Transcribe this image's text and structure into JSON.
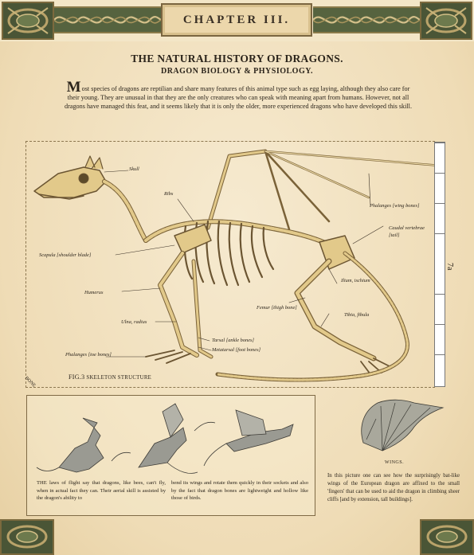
{
  "header": {
    "chapter": "CHAPTER III."
  },
  "title": "THE NATURAL HISTORY OF DRAGONS.",
  "subtitle": "DRAGON BIOLOGY & PHYSIOLOGY.",
  "intro": {
    "drop_cap": "M",
    "text": "ost species of dragons are reptilian and share many features of this animal type such as egg laying, although they also care for their young. They are unusual in that they are the only creatures who can speak with meaning apart from humans. However, not all dragons have managed this feat, and it seems likely that it is only the older, more experienced dragons who have developed this skill."
  },
  "skeleton": {
    "labels": {
      "skull": "Skull",
      "ribs": "Ribs",
      "phalanges_wing": "Phalanges [wing bones]",
      "caudal": "Caudal vertebrae",
      "caudal_sub": "[tail]",
      "scapula": "Scapula [shoulder blade]",
      "humerus": "Humerus",
      "ilium": "Ilium, ischium",
      "femur": "Femur [thigh bone]",
      "tibia": "Tibia, fibula",
      "ulna": "Ulna, radius",
      "tarsal": "Tarsal [ankle bones]",
      "metatarsal": "Metatarsal [foot bones]",
      "phalanges_toe": "Phalanges [toe bones]"
    },
    "fig_number": "FIG.3",
    "fig_caption": "SKELETON STRUCTURE",
    "bone_tag": "BONE",
    "ruler_label": "7a"
  },
  "flight": {
    "col1": "THE laws of flight say that dragons, like bees, can't fly, when in actual fact they can. Their aerial skill is assisted by the dragon's ability to",
    "col2": "bend its wings and rotate them quickly in their sockets and also by the fact that dragon bones are lightweight and hollow like those of birds."
  },
  "wing": {
    "caption": "WINGS.",
    "text": "In this picture one can see how the surprisingly bat-like wings of the European dragon are affixed to the small 'fingers' that can be used to aid the dragon in climbing sheer cliffs [and by extension, tall buildings]."
  },
  "colors": {
    "parchment": "#f1e2c0",
    "bone": "#e2c98a",
    "bone_outline": "#6b5532",
    "ink": "#2b241b",
    "band_green": "#5d6a44"
  }
}
